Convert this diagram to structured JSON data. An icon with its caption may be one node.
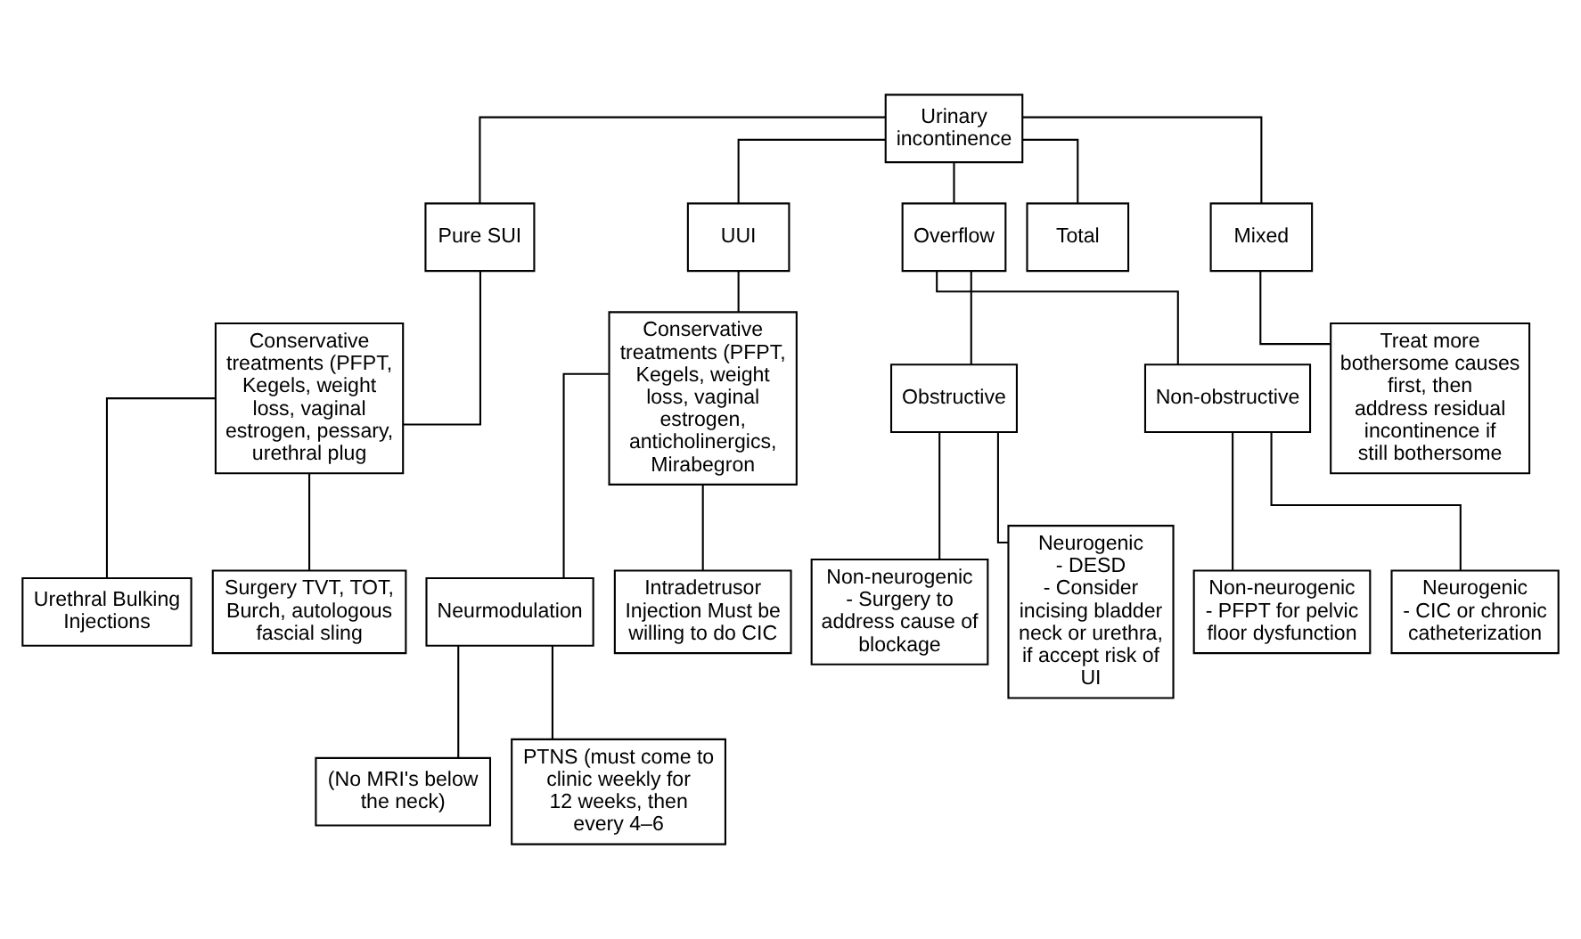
{
  "diagram": {
    "nodes": [
      {
        "text": [
          "Urinary incontinence"
        ]
      },
      {
        "text": [
          "Pure SUI"
        ]
      },
      {
        "text": [
          "UUI"
        ]
      },
      {
        "text": [
          "Overflow"
        ]
      },
      {
        "text": [
          "Total"
        ]
      },
      {
        "text": [
          "Mixed"
        ]
      },
      {
        "text": [
          "Conservative treatments (PFPT, Kegels, weight loss, vaginal estrogen, pessary, urethral plug"
        ]
      },
      {
        "text": [
          "Urethral Bulking Injections"
        ]
      },
      {
        "text": [
          "Surgery TVT, TOT, Burch, autologous fascial sling"
        ]
      },
      {
        "text": [
          "Conservative treatments (PFPT, Kegels, weight loss, vaginal estrogen, anticholinergics, Mirabegron"
        ]
      },
      {
        "text": [
          "Neurmodulation"
        ]
      },
      {
        "text": [
          "Intradetrusor Injection Must be willing to do CIC"
        ]
      },
      {
        "text": [
          "(No MRI's below the neck)"
        ]
      },
      {
        "text": [
          "PTNS (must come to clinic weekly for 12 weeks, then every 4–6"
        ]
      },
      {
        "text": [
          "Obstructive"
        ]
      },
      {
        "text": [
          "Non-obstructive"
        ]
      },
      {
        "text": [
          "Non-neurogenic",
          "- Surgery to address cause of blockage"
        ]
      },
      {
        "text": [
          "Neurogenic",
          "- DESD",
          "- Consider incising bladder neck or urethra, if accept risk of UI"
        ]
      },
      {
        "text": [
          "Non-neurogenic",
          "- PFPT for pelvic floor dysfunction"
        ]
      },
      {
        "text": [
          "Neurogenic",
          "- CIC or chronic catheterization"
        ]
      },
      {
        "text": [
          "Treat more bothersome causes first, then address residual incontinence if still bothersome"
        ]
      }
    ],
    "edges": [
      {
        "from": 0,
        "to": 1,
        "arrow": "none"
      },
      {
        "from": 0,
        "to": 2,
        "arrow": "none"
      },
      {
        "from": 0,
        "to": 3,
        "arrow": "none"
      },
      {
        "from": 0,
        "to": 4,
        "arrow": "none"
      },
      {
        "from": 0,
        "to": 5,
        "arrow": "none"
      },
      {
        "from": 1,
        "to": 6,
        "arrow": "none"
      },
      {
        "from": 6,
        "to": 7,
        "arrow": "none"
      },
      {
        "from": 6,
        "to": 8,
        "arrow": "none"
      },
      {
        "from": 2,
        "to": 9,
        "arrow": "none"
      },
      {
        "from": 9,
        "to": 10,
        "arrow": "none"
      },
      {
        "from": 9,
        "to": 11,
        "arrow": "none"
      },
      {
        "from": 10,
        "to": 12,
        "arrow": "none"
      },
      {
        "from": 10,
        "to": 13,
        "arrow": "none"
      },
      {
        "from": 3,
        "to": 14,
        "arrow": "none"
      },
      {
        "from": 3,
        "to": 15,
        "arrow": "none"
      },
      {
        "from": 14,
        "to": 16,
        "arrow": "none"
      },
      {
        "from": 14,
        "to": 17,
        "arrow": "none"
      },
      {
        "from": 15,
        "to": 18,
        "arrow": "none"
      },
      {
        "from": 15,
        "to": 19,
        "arrow": "none"
      },
      {
        "from": 5,
        "to": 20,
        "arrow": "none"
      }
    ]
  }
}
